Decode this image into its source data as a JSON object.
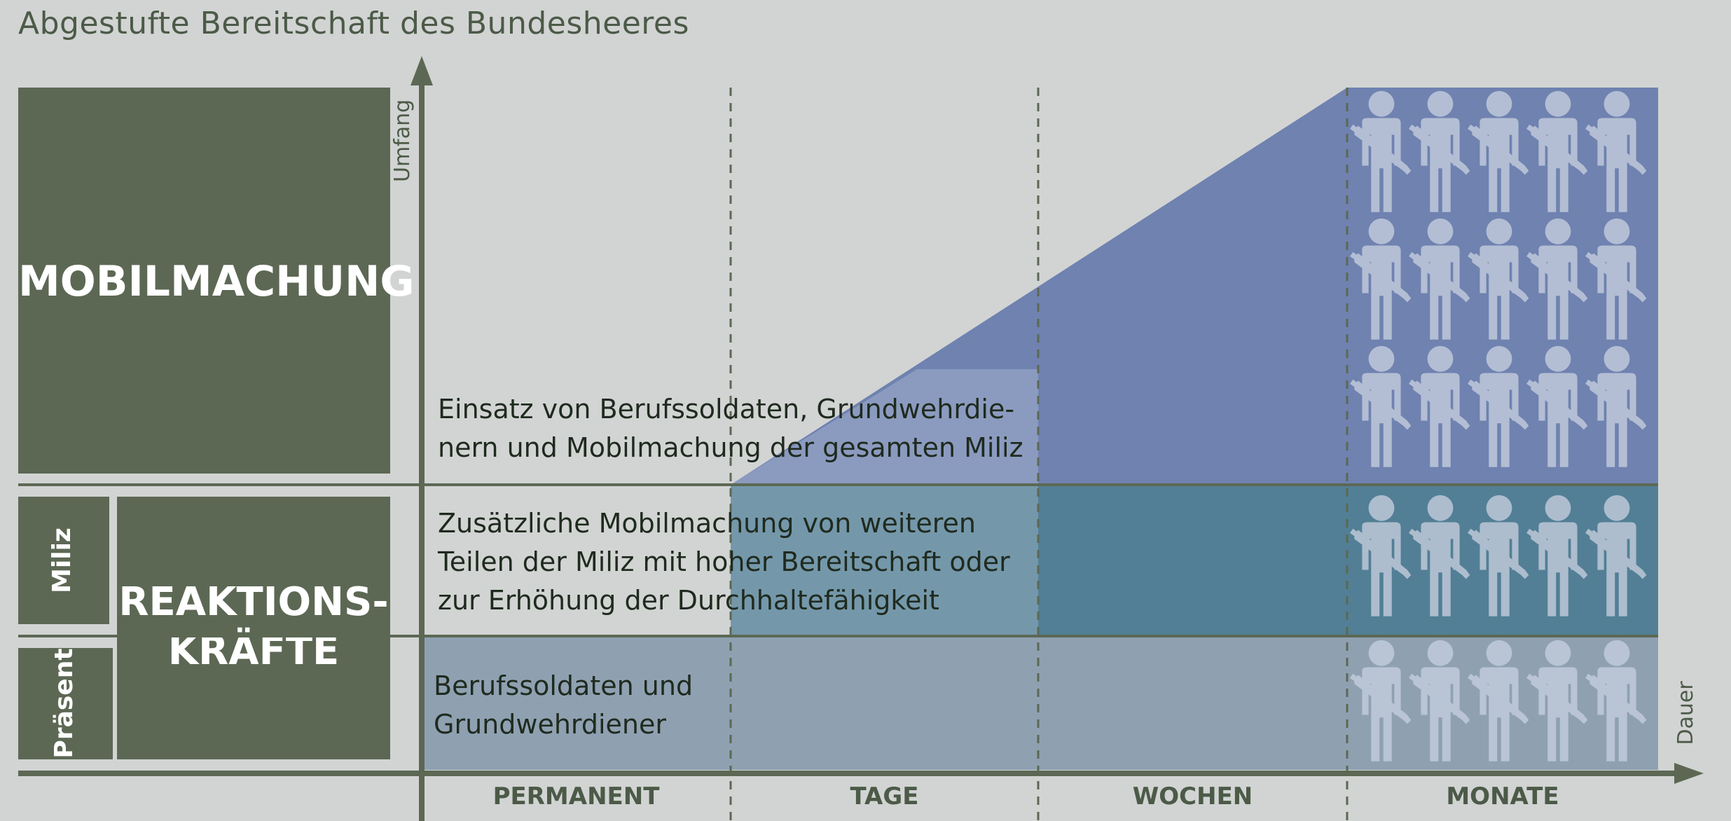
{
  "title": "Abgestufte Bereitschaft des Bundesheeres",
  "boxes": {
    "mobilmachung": "MOBILMACHUNG",
    "reaktion_line1": "REAKTIONS-",
    "reaktion_line2": "KRÄFTE",
    "miliz": "Miliz",
    "praesent": "Präsent"
  },
  "axes": {
    "y_label": "Umfang",
    "x_label": "Dauer",
    "ticks": [
      "PERMANENT",
      "TAGE",
      "WOCHEN",
      "MONATE"
    ]
  },
  "bands": [
    {
      "line1": "Einsatz von Berufssoldaten, Grundwehrdie-",
      "line2": "nern und Mobilmachung der gesamten Miliz",
      "line3": ""
    },
    {
      "line1": "Zusätzliche Mobilmachung von weiteren",
      "line2": "Teilen der Miliz mit hoher Bereitschaft oder",
      "line3": "zur Erhöhung der Durchhaltefähigkeit"
    },
    {
      "line1": "Berufssoldaten und",
      "line2": "Grundwehrdiener",
      "line3": ""
    }
  ],
  "colors": {
    "background": "#d2d4d3",
    "box": "#5c6854",
    "top_band": "#6f82b0",
    "middle_band": "#527f95",
    "bottom_band": "#8fa1b1",
    "axis": "#5c6854"
  },
  "icons": {
    "soldier": "soldier-with-rifle-icon",
    "rows": [
      {
        "band": "top",
        "count": 15
      },
      {
        "band": "middle",
        "count": 5
      },
      {
        "band": "bottom",
        "count": 5
      }
    ]
  }
}
